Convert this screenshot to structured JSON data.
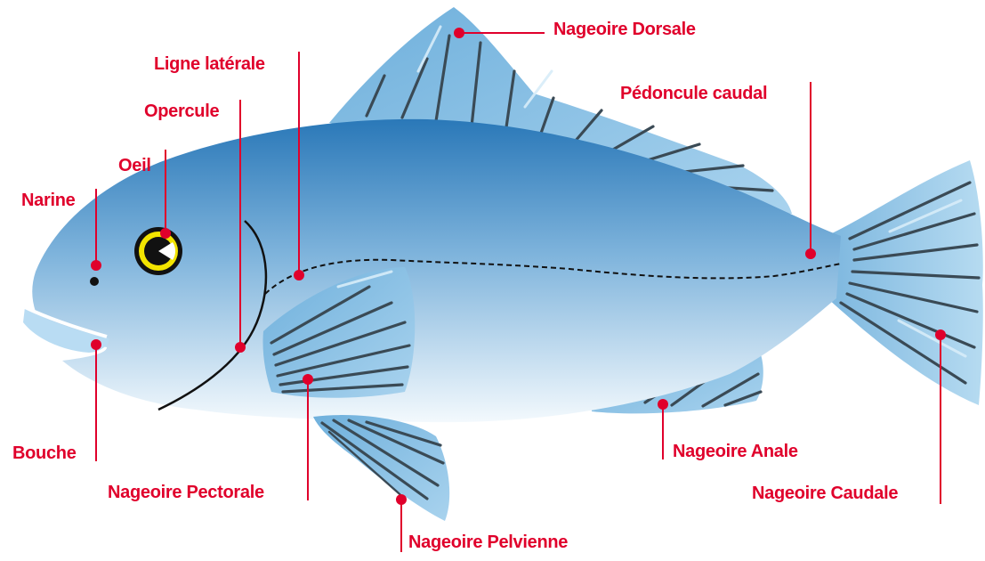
{
  "labels": {
    "dorsal_fin": "Nageoire Dorsale",
    "lateral_line": "Ligne latérale",
    "caudal_peduncle": "Pédoncule caudal",
    "operculum": "Opercule",
    "eye": "Oeil",
    "nostril": "Narine",
    "mouth": "Bouche",
    "pectoral_fin": "Nageoire Pectorale",
    "pelvic_fin": "Nageoire Pelvienne",
    "anal_fin": "Nageoire Anale",
    "caudal_fin": "Nageoire Caudale"
  },
  "colors": {
    "label_red": "#e0002b",
    "body_top": "#2a78b8",
    "body_bottom": "#eef6fc",
    "fin": "#8fc3e6",
    "eye_ring": "#f2e400"
  }
}
